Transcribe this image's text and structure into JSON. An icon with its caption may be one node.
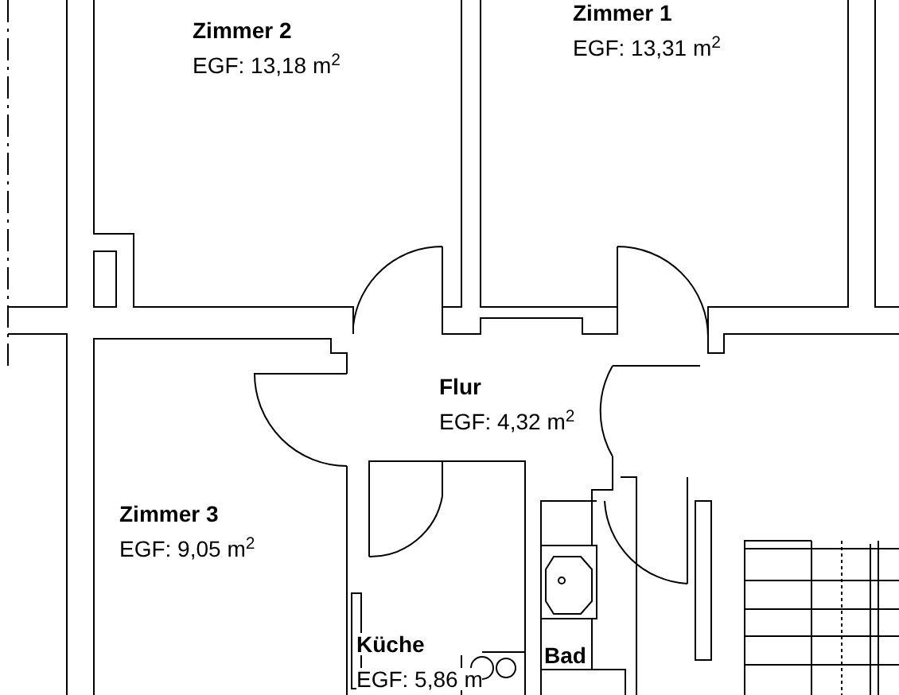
{
  "diagram": {
    "nodes": [
      {
        "text": [
          "Zimmer 2",
          "EGF: 13,18 m$^{2}$"
        ]
      },
      {
        "text": [
          "Zimmer 1",
          "EGF: 13,31 m$^{2}$"
        ]
      },
      {
        "text": [
          "Flur",
          "EGF: 4,32 m$^{2}$"
        ]
      },
      {
        "text": [
          "Zimmer 3",
          "EGF: 9,05 m$^{2}$"
        ]
      },
      {
        "text": [
          "Küche",
          "EGF: 5,86 m"
        ]
      },
      {
        "text": [
          "Bad"
        ]
      }
    ]
  }
}
